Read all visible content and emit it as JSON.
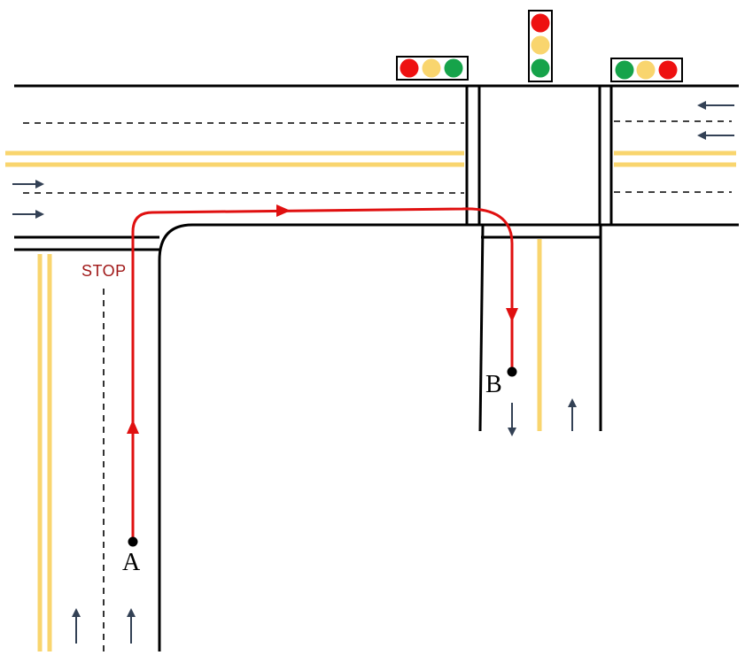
{
  "labels": {
    "stop": "STOP",
    "point_a": "A",
    "point_b": "B"
  },
  "colors": {
    "road_line": "#000000",
    "center_line": "#f9d56e",
    "route": "#e01010",
    "light_red": "#ee1111",
    "light_yellow": "#f9d56e",
    "light_green": "#16a34a",
    "lane_arrow": "#334155",
    "stop_text": "#a01818"
  },
  "traffic_lights": [
    {
      "name": "west-traffic-light",
      "lamps": [
        "red",
        "yellow",
        "green"
      ]
    },
    {
      "name": "north-traffic-light",
      "lamps": [
        "red",
        "yellow",
        "green"
      ]
    },
    {
      "name": "east-traffic-light",
      "lamps": [
        "green",
        "yellow",
        "red"
      ]
    }
  ],
  "icons": [
    "lane-arrow-right-icon",
    "lane-arrow-left-icon",
    "lane-arrow-up-icon",
    "lane-arrow-down-icon",
    "route-arrow-icon"
  ]
}
